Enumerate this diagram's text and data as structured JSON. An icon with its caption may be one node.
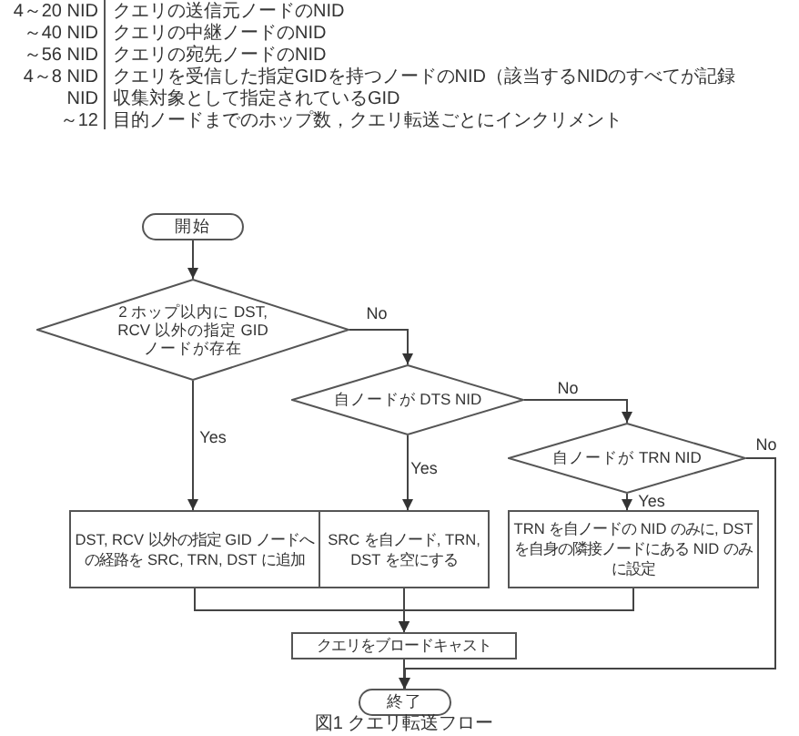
{
  "diagram": {
    "caption": "図1 クエリ転送フロー",
    "nodes": [
      {
        "text": [
          "開始"
        ]
      },
      {
        "text": [
          "2 ホップ以内に DST, RCV 以外の指定 GID ノードが存在"
        ]
      },
      {
        "text": [
          "自ノードが DTS NID"
        ]
      },
      {
        "text": [
          "自ノードが TRN NID"
        ]
      },
      {
        "text": [
          "DST, RCV 以外の指定 GID ノードへの経路を SRC, TRN, DST に追加"
        ]
      },
      {
        "text": [
          "SRC を自ノード, TRN, DST を空にする"
        ]
      },
      {
        "text": [
          "TRN を自ノードの NID のみに, DST を自身の隣接ノードにある NID のみに設定"
        ]
      },
      {
        "text": [
          "クエリをブロードキャスト"
        ]
      },
      {
        "text": [
          "終了"
        ]
      }
    ],
    "edges": [
      {
        "from": 0,
        "to": 1,
        "arrow": "to"
      },
      {
        "from": 1,
        "to": 2,
        "arrow": "to",
        "label": "No"
      },
      {
        "from": 1,
        "to": 4,
        "arrow": "to",
        "label": "Yes"
      },
      {
        "from": 2,
        "to": 3,
        "arrow": "to",
        "label": "No"
      },
      {
        "from": 2,
        "to": 5,
        "arrow": "to",
        "label": "Yes"
      },
      {
        "from": 3,
        "to": 6,
        "arrow": "to",
        "label": "Yes"
      },
      {
        "from": 3,
        "to": 8,
        "arrow": "to",
        "label": "No"
      },
      {
        "from": 4,
        "to": 7,
        "arrow": "to"
      },
      {
        "from": 5,
        "to": 7,
        "arrow": "to"
      },
      {
        "from": 6,
        "to": 7,
        "arrow": "to"
      },
      {
        "from": 7,
        "to": 8,
        "arrow": "to"
      }
    ],
    "labels": [
      "4～20 NID",
      "クエリの送信元ノードのNID",
      "～40 NID",
      "クエリの中継ノードのNID",
      "～56 NID",
      "クエリの宛先ノードのNID",
      "4～8 NID",
      "クエリを受信した指定GIDを持つノードのNID（該当するNIDのすべてが記録",
      "NID",
      "収集対象として指定されているGID",
      "～12",
      "目的ノードまでのホップ数，クエリ転送ごとにインクリメント"
    ]
  }
}
